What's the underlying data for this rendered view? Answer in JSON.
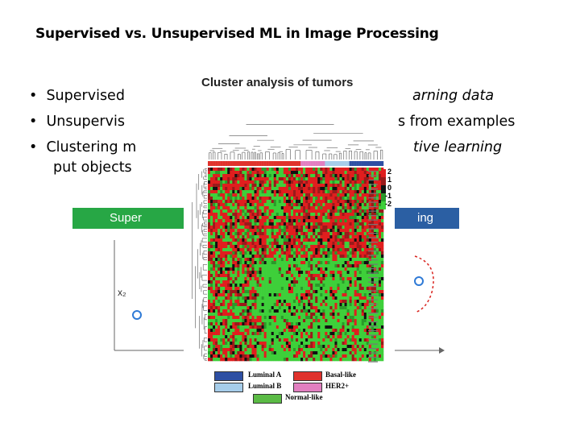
{
  "slide": {
    "title": "Supervised vs. Unsupervised  ML in Image Processing",
    "bullets": [
      {
        "visible_left": "Supervised",
        "visible_right": "arning data"
      },
      {
        "visible_left": "Unsupervis",
        "visible_right": "s from examples"
      },
      {
        "visible_left": "Clustering m",
        "visible_right": "tive learning"
      },
      {
        "visible_left": "put objects",
        "visible_right": ""
      }
    ],
    "background_diagram": {
      "banner_left": "Super",
      "banner_right": "ing",
      "axis_label": "x₂",
      "colors": {
        "left_banner": "#27a745",
        "right_banner": "#2b5fa3",
        "circle": "#2f7ad6",
        "dashed": "#d9231e"
      }
    }
  },
  "figure": {
    "title": "Cluster analysis of tumors",
    "scale_labels": [
      "2",
      "1",
      "0",
      "-1",
      "-2"
    ],
    "legend": [
      {
        "label": "Luminal A",
        "color": "#2e4fa3"
      },
      {
        "label": "Basal-like",
        "color": "#e0322c"
      },
      {
        "label": "Luminal B",
        "color": "#a6cdea"
      },
      {
        "label": "HER2+",
        "color": "#e27fc0"
      },
      {
        "label": "Normal-like",
        "color": "#5bbb45"
      }
    ],
    "heatmap_colors": {
      "high": "#e01e1e",
      "low": "#3ecf3a",
      "mid": "#111111"
    }
  }
}
